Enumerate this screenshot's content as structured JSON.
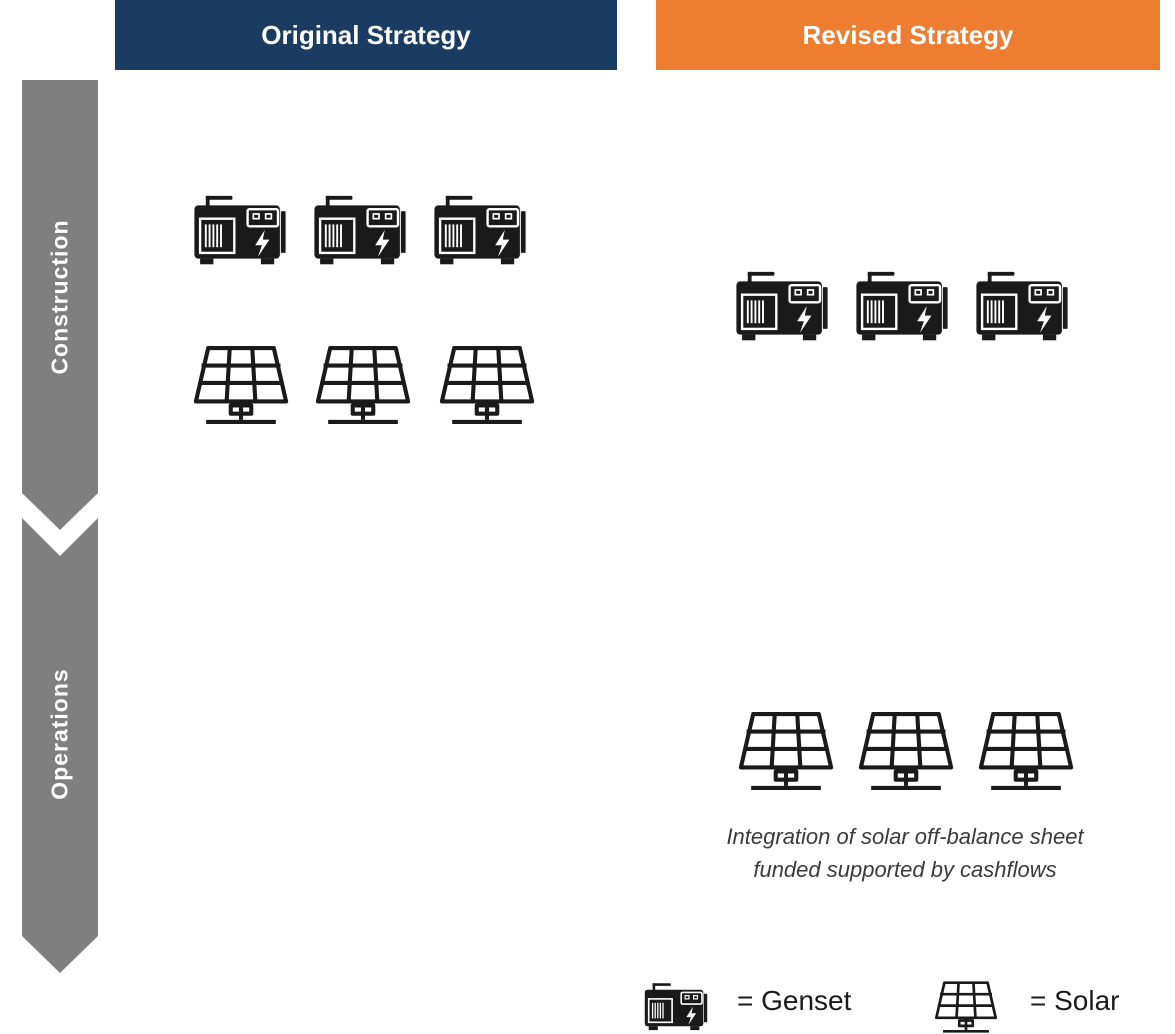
{
  "headers": {
    "original": "Original Strategy",
    "revised": "Revised Strategy"
  },
  "phases": {
    "construction": "Construction",
    "operations": "Operations"
  },
  "caption": {
    "line1": "Integration of solar off-balance sheet",
    "line2": "funded supported by cashflows"
  },
  "legend": {
    "genset": "= Genset",
    "solar": "= Solar"
  },
  "icons": {
    "genset": "genset-icon",
    "solar": "solar-panel-icon"
  },
  "colors": {
    "original_header": "#1b3c62",
    "revised_header": "#ed7d31",
    "timeline_arrow": "#7f7f7f",
    "icon": "#1a1a1a"
  }
}
